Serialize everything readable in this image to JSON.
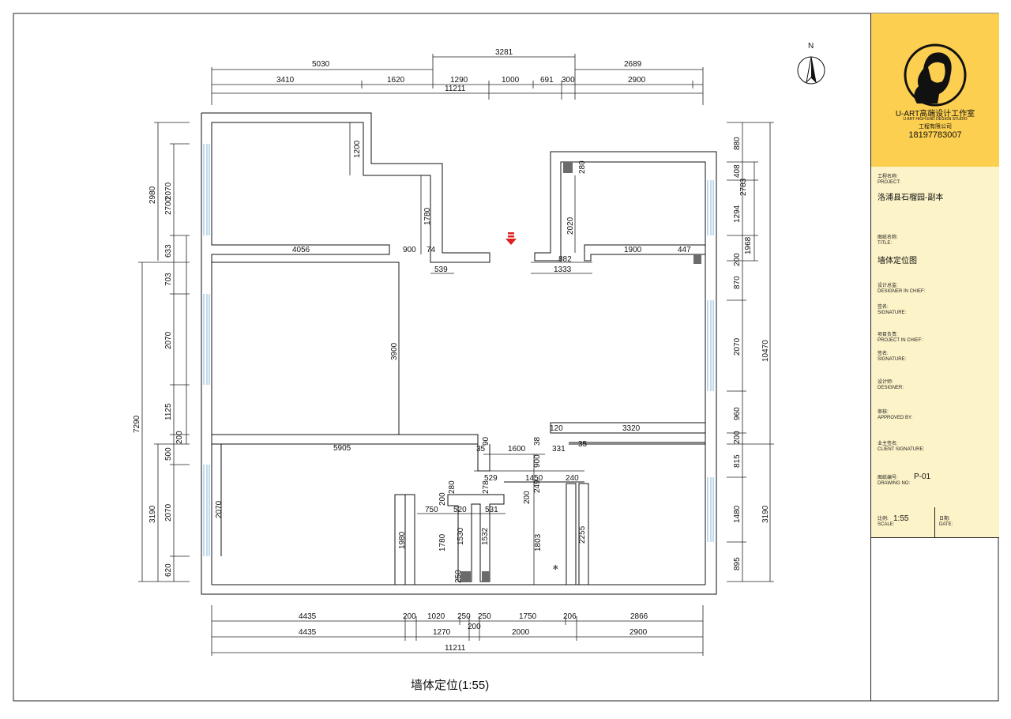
{
  "drawing": {
    "caption": "墙体定位(1:55)",
    "north_label": "N",
    "top_dims_row1": [
      "5030",
      "3281",
      "2689"
    ],
    "top_dims_row2": [
      "3410",
      "1620",
      "1290",
      "1000",
      "691",
      "300",
      "2900"
    ],
    "top_total": "11211",
    "bottom_dims_row1": [
      "4435",
      "200",
      "1020",
      "250",
      "250",
      "1750",
      "206",
      "2866"
    ],
    "bottom_dims_row2": [
      "4435",
      "1270",
      "200",
      "2000",
      "2900"
    ],
    "bottom_total": "11211",
    "left_dims_outer": [
      "2980",
      "7290",
      "3190"
    ],
    "left_dims_inner": [
      "2070",
      "2700",
      "633",
      "703",
      "2070",
      "1125",
      "200",
      "500",
      "2070",
      "620"
    ],
    "right_dims_inner": [
      "880",
      "408",
      "1294",
      "200",
      "870",
      "2070",
      "960",
      "200",
      "815",
      "1480",
      "895"
    ],
    "right_dims_outer": [
      "2783",
      "1968",
      "10470",
      "3190"
    ],
    "interior_labels": [
      "1200",
      "1780",
      "4056",
      "900",
      "74",
      "539",
      "3900",
      "2020",
      "280",
      "882",
      "1333",
      "1900",
      "447",
      "5905",
      "35",
      "90",
      "1600",
      "38",
      "900",
      "331",
      "35",
      "120",
      "3320",
      "529",
      "1450",
      "240",
      "200",
      "280",
      "278",
      "249",
      "200",
      "750",
      "520",
      "531",
      "1980",
      "1780",
      "1530",
      "1532",
      "1803",
      "2255",
      "2070",
      "250"
    ],
    "colors": {
      "wall": "#111111",
      "window": "#7fb6d8",
      "column": "#6b6b6b",
      "arrow": "#e02020",
      "titleblock_top": "#fccf50",
      "titleblock_body": "#fdf3c8"
    }
  },
  "titleblock": {
    "studio_name": "U-ART高端设计工作室",
    "studio_en": "U ART HIGH END DESIGN STUDIO",
    "company": "工程有限公司",
    "phone": "18197783007",
    "project_label_cn": "工程名称:",
    "project_label_en": "PROJECT:",
    "project_value": "洛浦县石榴园-副本",
    "title_label_cn": "图纸名称:",
    "title_label_en": "TITLE:",
    "title_value": "墙体定位图",
    "chief_label_cn": "设计总监:",
    "chief_label_en": "DESIGNER IN CHIEF:",
    "sign1_cn": "签名:",
    "sign1_en": "SIGNATURE:",
    "pm_label_cn": "项目负责:",
    "pm_label_en": "PROJECT IN CHIEF:",
    "sign2_cn": "签名:",
    "sign2_en": "SIGNATURE:",
    "designer_cn": "设计师:",
    "designer_en": "DESIGNER:",
    "approved_cn": "审核:",
    "approved_en": "APPROVED BY:",
    "client_cn": "业主签名:",
    "client_en": "CLIENT SIGNATURE:",
    "drawing_no_cn": "图纸编号:",
    "drawing_no_en": "DRAWING NO:",
    "drawing_no_value": "P-01",
    "scale_cn": "比例:",
    "scale_en": "SCALE:",
    "scale_value": "1:55",
    "date_cn": "日期:",
    "date_en": "DATE:"
  }
}
